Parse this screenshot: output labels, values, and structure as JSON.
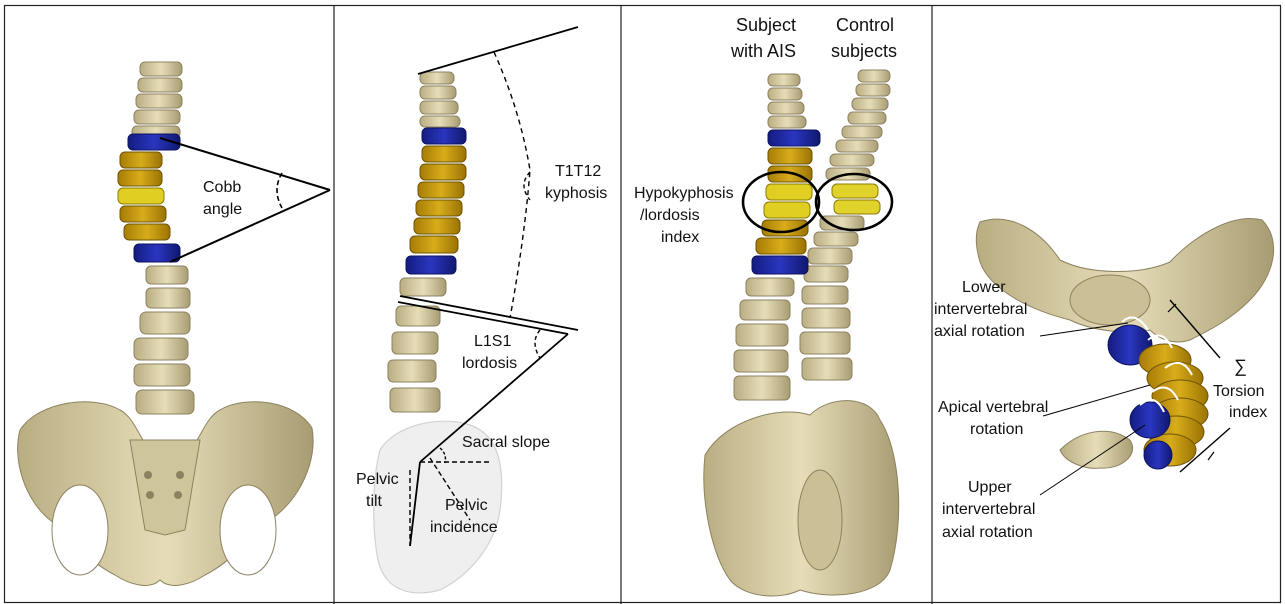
{
  "panels": {
    "cobb": {
      "label_line1": "Cobb",
      "label_line2": "angle"
    },
    "sagittal": {
      "kyphosis_line1": "T1T12",
      "kyphosis_line2": "kyphosis",
      "lordosis_line1": "L1S1",
      "lordosis_line2": "lordosis",
      "sacral_slope": "Sacral slope",
      "pelvic_tilt_line1": "Pelvic",
      "pelvic_tilt_line2": "tilt",
      "pelvic_incidence_line1": "Pelvic",
      "pelvic_incidence_line2": "incidence"
    },
    "comparison": {
      "subject_line1": "Subject",
      "subject_line2": "with AIS",
      "control_line1": "Control",
      "control_line2": "subjects",
      "hypo_line1": "Hypokyphosis",
      "hypo_line2": "/lordosis",
      "hypo_line3": "index"
    },
    "axial": {
      "lower_line1": "Lower",
      "lower_line2": "intervertebral",
      "lower_line3": "axial rotation",
      "sigma": "∑",
      "torsion_line1": "Torsion",
      "torsion_line2": "index",
      "apical_line1": "Apical vertebral",
      "apical_line2": "rotation",
      "upper_line1": "Upper",
      "upper_line2": "intervertebral",
      "upper_line3": "axial rotation"
    }
  },
  "colors": {
    "bone": "#d9cfa6",
    "bone_shadow": "#a39770",
    "end_vertebra": "#1f2aa6",
    "apex_gold": "#c89b10",
    "apex_yellow": "#e4d21e",
    "pelvis_ghost": "#ededed",
    "line": "#000000"
  }
}
